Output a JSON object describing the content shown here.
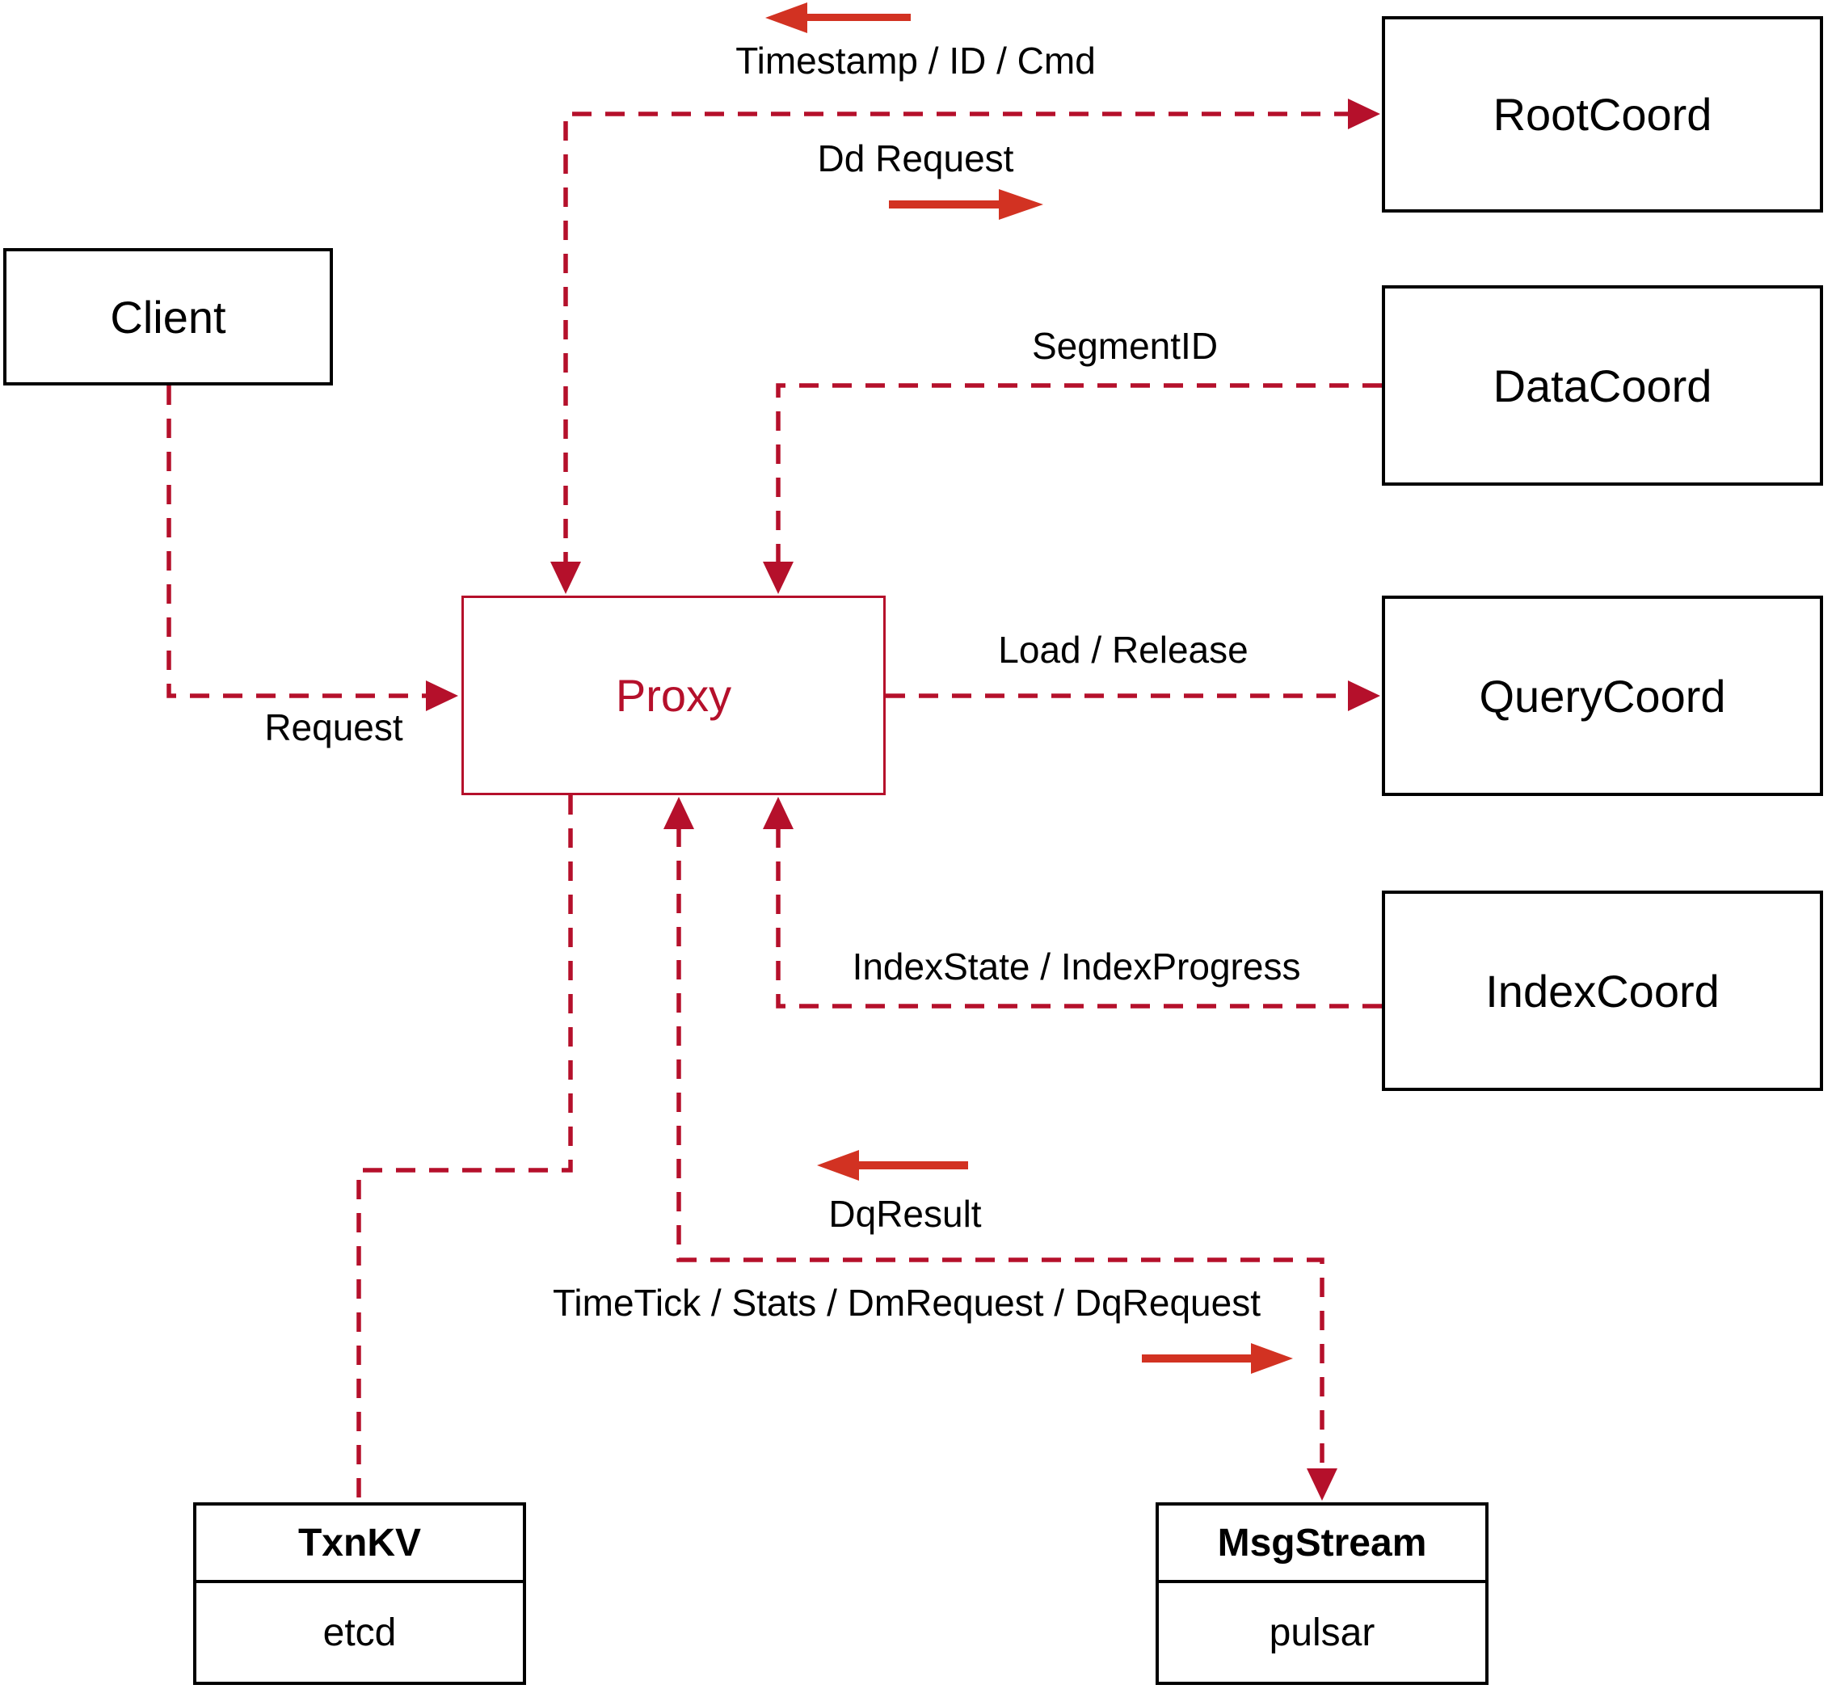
{
  "nodes": {
    "client": {
      "label": "Client"
    },
    "proxy": {
      "label": "Proxy"
    },
    "root_coord": {
      "label": "RootCoord"
    },
    "data_coord": {
      "label": "DataCoord"
    },
    "query_coord": {
      "label": "QueryCoord"
    },
    "index_coord": {
      "label": "IndexCoord"
    },
    "txn_kv": {
      "title": "TxnKV",
      "impl": "etcd"
    },
    "msg_stream": {
      "title": "MsgStream",
      "impl": "pulsar"
    }
  },
  "edge_labels": {
    "request": "Request",
    "timestamp_id_cmd": "Timestamp / ID / Cmd",
    "dd_request": "Dd Request",
    "segment_id": "SegmentID",
    "load_release": "Load / Release",
    "index_state_progress": "IndexState / IndexProgress",
    "dq_result": "DqResult",
    "timetick_stats_dm_dq": "TimeTick / Stats / DmRequest / DqRequest"
  },
  "colors": {
    "dashed_line": "#b5102b",
    "solid_arrow": "#d23222",
    "box_border": "#000000",
    "proxy_accent": "#b5102b",
    "text": "#000000",
    "background": "#ffffff"
  }
}
